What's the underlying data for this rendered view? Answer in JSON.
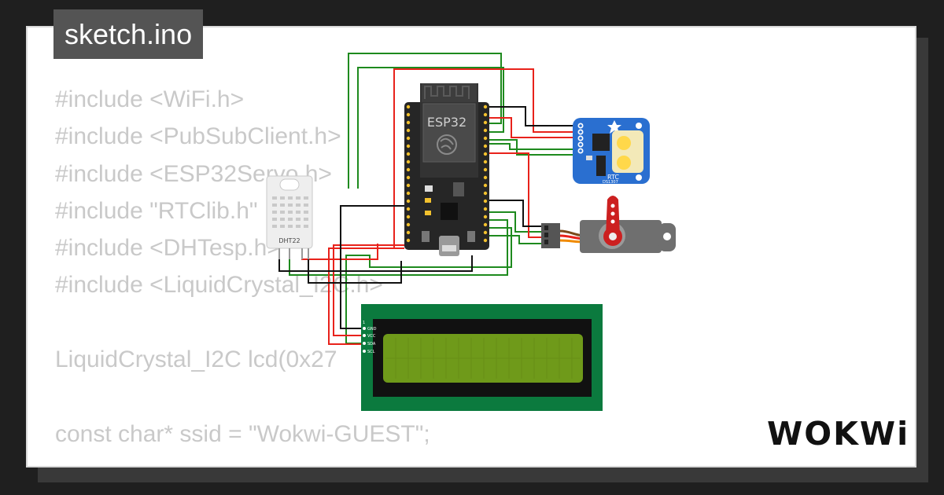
{
  "tab": {
    "filename": "sketch.ino"
  },
  "code": [
    "#include <WiFi.h>",
    "#include <PubSubClient.h>",
    "#include <ESP32Servo.h>",
    "#include \"RTClib.h\"",
    "#include <DHTesp.h>",
    "#include <LiquidCrystal_I2C.h>",
    "",
    "LiquidCrystal_I2C lcd(0x27",
    "",
    "const char* ssid = \"Wokwi-GUEST\";"
  ],
  "parts": {
    "esp32": {
      "label": "ESP32"
    },
    "dht22": {
      "label": "DHT22"
    },
    "rtc": {
      "label": "RTC",
      "model": "DS1307"
    },
    "lcd": {
      "pins": [
        "1",
        "GND",
        "VCC",
        "SDA",
        "SCL"
      ]
    }
  },
  "brand": {
    "logo": "WOKWi"
  },
  "colors": {
    "background": "#1f1f1f",
    "card": "#ffffff",
    "tab": "#545454",
    "code_text": "#c9c9c9",
    "wire_red": "#e8221b",
    "wire_green": "#1e8a1e",
    "wire_black": "#111111",
    "lcd_pcb": "#0b7a3e",
    "lcd_screen": "#6f9a1a",
    "rtc_pcb": "#2a6fd0"
  },
  "icons": [
    "wifi-antenna-icon",
    "espressif-logo-icon",
    "adafruit-star-icon",
    "servo-horn-icon"
  ]
}
